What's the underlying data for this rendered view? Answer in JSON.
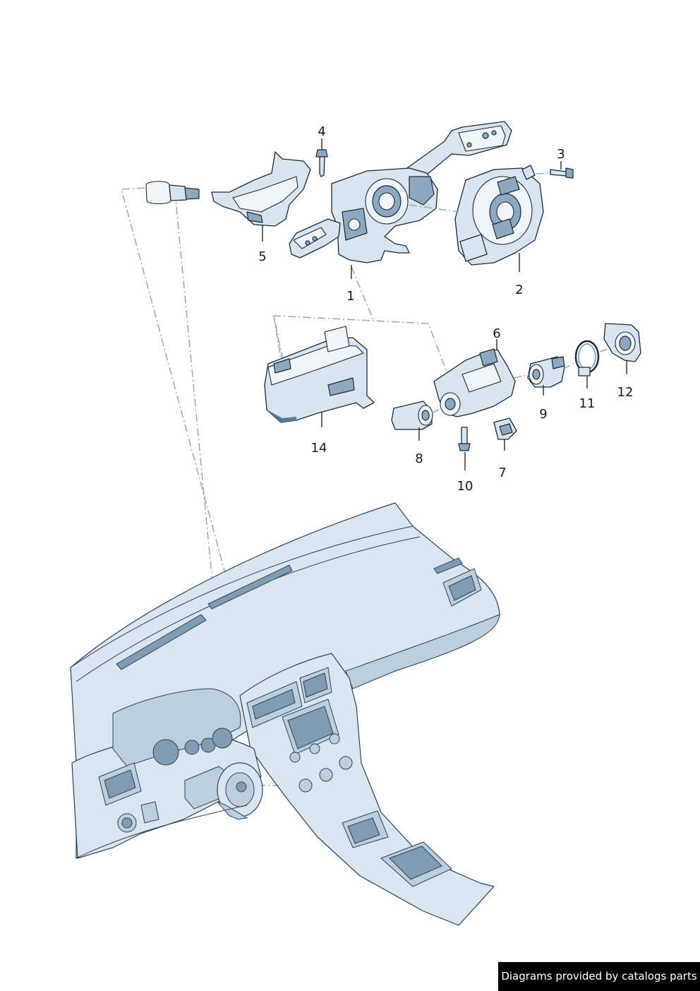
{
  "callouts": [
    "1",
    "2",
    "3",
    "4",
    "5",
    "6",
    "7",
    "8",
    "9",
    "10",
    "11",
    "12",
    "14"
  ],
  "credit": "Diagrams provided by catalogs parts",
  "colors": {
    "part_fill": "#d8e4ee",
    "outline": "#1c2a36",
    "dash_line": "#8fa4b8",
    "credit_bg": "#000000",
    "credit_text": "#ffffff"
  }
}
